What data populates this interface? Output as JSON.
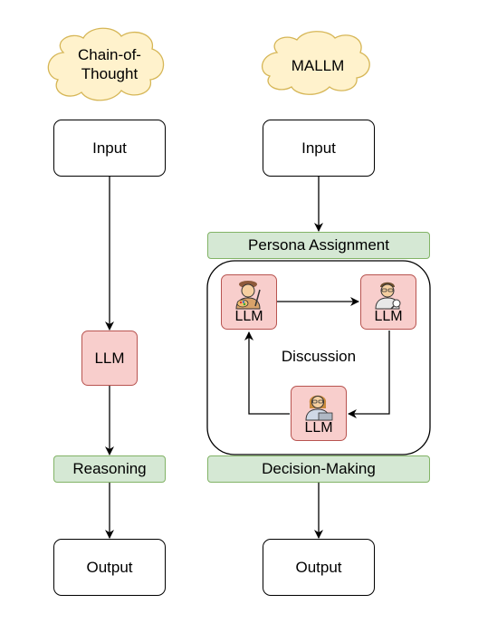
{
  "left": {
    "header": "Chain-of-\nThought",
    "input": "Input",
    "llm": "LLM",
    "reasoning": "Reasoning",
    "output": "Output"
  },
  "right": {
    "header": "MALLM",
    "input": "Input",
    "persona": "Persona Assignment",
    "discussion": "Discussion",
    "agents": [
      {
        "label": "LLM",
        "icon": "painter-icon"
      },
      {
        "label": "LLM",
        "icon": "scientist-icon"
      },
      {
        "label": "LLM",
        "icon": "analyst-icon"
      }
    ],
    "decision": "Decision-Making",
    "output": "Output"
  },
  "colors": {
    "cloud_fill": "#fff2cc",
    "cloud_stroke": "#d6b656",
    "green_fill": "#d5e8d4",
    "green_stroke": "#82b366",
    "red_fill": "#f8cecc",
    "red_stroke": "#b85450"
  }
}
